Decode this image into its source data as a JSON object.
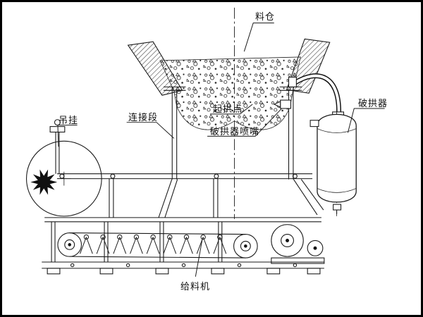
{
  "diagram": {
    "labels": {
      "silo": "料仓",
      "hanging": "吊挂",
      "connection_section": "连接段",
      "arching_point": "起拱点",
      "arch_breaker_nozzle": "破拱器喷嘴",
      "arch_breaker": "破拱器",
      "feeder": "给料机"
    },
    "colors": {
      "line": "#1a1a1a",
      "background": "#ffffff",
      "frame": "#000000"
    }
  }
}
